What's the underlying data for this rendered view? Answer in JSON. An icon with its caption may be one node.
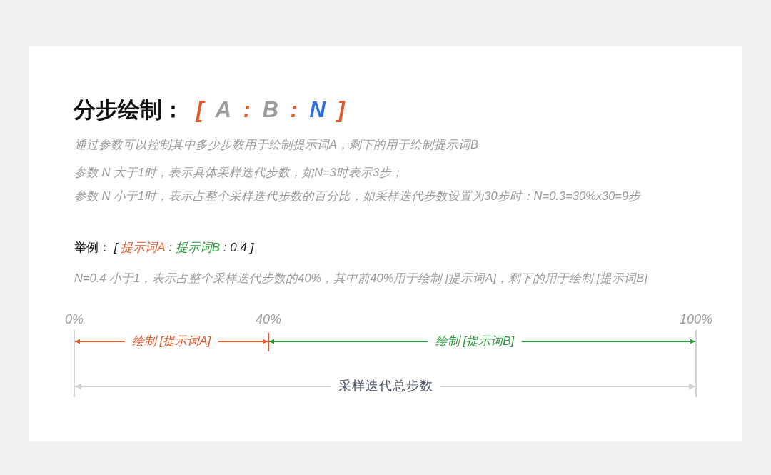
{
  "diagram": {
    "title": "分步绘制： [ A : B : N ]",
    "labels": [
      "通过参数可以控制其中多少步数用于绘制提示词A，剩下的用于绘制提示词B",
      "参数 N 大于1时，表示具体采样迭代步数，如N=3时表示3步；",
      "参数 N 小于1时，表示占整个采样迭代步数的百分比，如采样迭代步数设置为30步时：N=0.3=30%x30=9步",
      "举例： [ 提示词A : 提示词B : 0.4 ]",
      "N=0.4 小于1，表示占整个采样迭代步数的40%，其中前40%用于绘制 [提示词A]，剩下的用于绘制 [提示词B]",
      "0%",
      "40%",
      "100%",
      "绘制 [提示词A]",
      "绘制 [提示词B]",
      "采样迭代总步数"
    ]
  }
}
